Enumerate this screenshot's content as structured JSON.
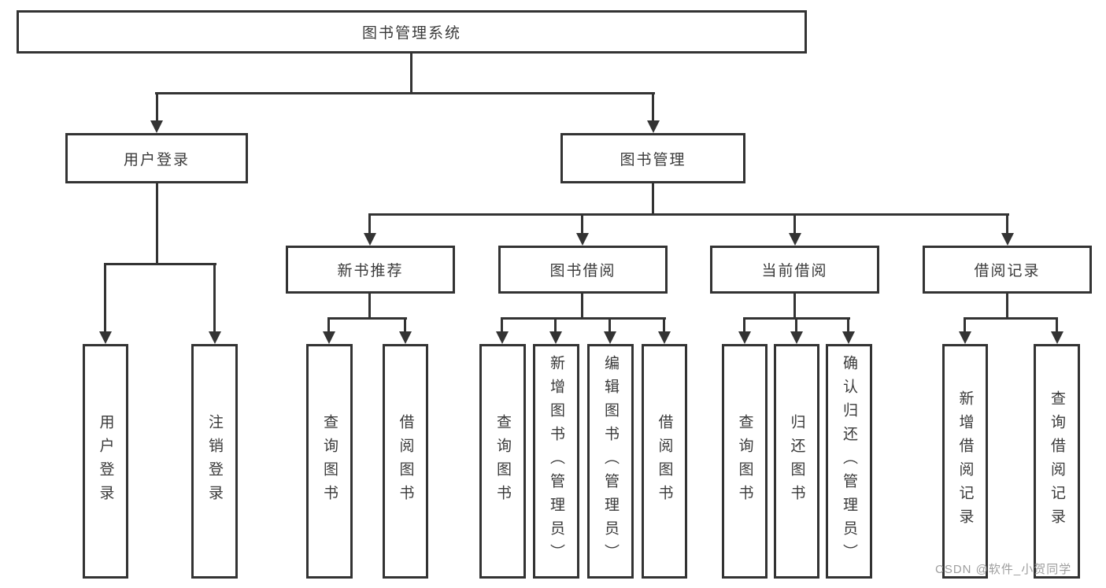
{
  "diagram": {
    "root": {
      "label": "图书管理系统"
    },
    "branches": [
      {
        "label": "用户登录",
        "children": [
          {
            "label": "用户登录"
          },
          {
            "label": "注销登录"
          }
        ]
      },
      {
        "label": "图书管理",
        "children": [
          {
            "label": "新书推荐",
            "children": [
              {
                "label": "查询图书"
              },
              {
                "label": "借阅图书"
              }
            ]
          },
          {
            "label": "图书借阅",
            "children": [
              {
                "label": "查询图书"
              },
              {
                "label": "新增图书（管理员）"
              },
              {
                "label": "编辑图书（管理员）"
              },
              {
                "label": "借阅图书"
              }
            ]
          },
          {
            "label": "当前借阅",
            "children": [
              {
                "label": "查询图书"
              },
              {
                "label": "归还图书"
              },
              {
                "label": "确认归还（管理员）"
              }
            ]
          },
          {
            "label": "借阅记录",
            "children": [
              {
                "label": "新增借阅记录"
              },
              {
                "label": "查询借阅记录"
              }
            ]
          }
        ]
      }
    ]
  },
  "watermark": {
    "text": "CSDN @软件_小贺同学"
  },
  "colors": {
    "line": "#333333",
    "text": "#3a3a3a",
    "watermark": "#9e9e9e",
    "background": "#ffffff"
  }
}
